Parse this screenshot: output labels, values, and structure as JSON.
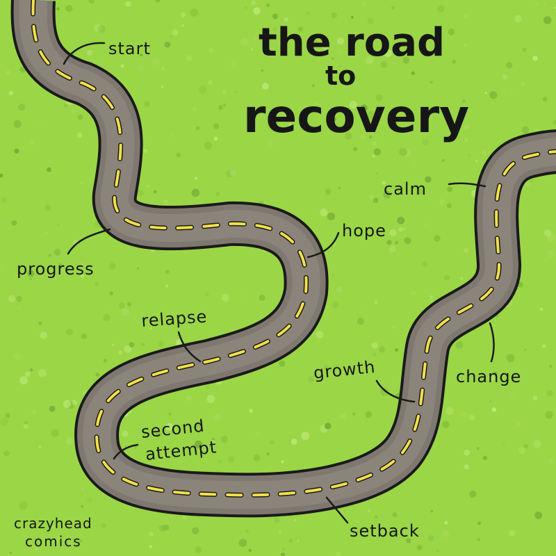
{
  "title": {
    "line1": "the road",
    "line2": "to",
    "line3": "recovery"
  },
  "labels": {
    "start": "start",
    "progress": "progress",
    "hope": "hope",
    "relapse": "relapse",
    "second_attempt_1": "second",
    "second_attempt_2": "attempt",
    "setback": "setback",
    "growth": "growth",
    "change": "change",
    "calm": "calm"
  },
  "credit": {
    "line1": "crazyhead",
    "line2": "comics"
  },
  "colors": {
    "background": "#9ad646",
    "road": "#7e7870",
    "road_outline": "#1a1a1a",
    "lane_dashes": "#f2e04a",
    "ink": "#161616"
  }
}
